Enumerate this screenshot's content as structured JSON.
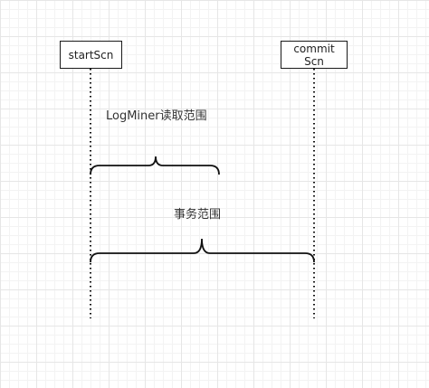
{
  "nodes": {
    "start_box": {
      "label": "startScn"
    },
    "commit_box": {
      "line1": "commit",
      "line2": "Scn"
    }
  },
  "annotations": {
    "logminer_range": "LogMiner读取范围",
    "transaction_range": "事务范围"
  }
}
